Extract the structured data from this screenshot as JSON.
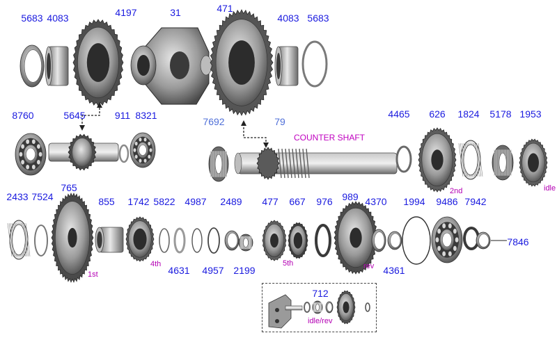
{
  "parts": [
    {
      "id": "p-5683-top-left",
      "num": "5683"
    },
    {
      "id": "p-4083-top-left",
      "num": "4083"
    },
    {
      "id": "p-4197",
      "num": "4197"
    },
    {
      "id": "p-31",
      "num": "31"
    },
    {
      "id": "p-471",
      "num": "471"
    },
    {
      "id": "p-4083-top-right",
      "num": "4083"
    },
    {
      "id": "p-5683-top-right",
      "num": "5683"
    },
    {
      "id": "p-8760",
      "num": "8760"
    },
    {
      "id": "p-5645",
      "num": "5645"
    },
    {
      "id": "p-911",
      "num": "911"
    },
    {
      "id": "p-8321",
      "num": "8321"
    },
    {
      "id": "p-7692",
      "num": "7692"
    },
    {
      "id": "p-79",
      "num": "79"
    },
    {
      "id": "p-4465",
      "num": "4465"
    },
    {
      "id": "p-626",
      "num": "626"
    },
    {
      "id": "p-1824",
      "num": "1824"
    },
    {
      "id": "p-5178",
      "num": "5178"
    },
    {
      "id": "p-1953",
      "num": "1953"
    },
    {
      "id": "p-2433",
      "num": "2433"
    },
    {
      "id": "p-7524",
      "num": "7524"
    },
    {
      "id": "p-765",
      "num": "765"
    },
    {
      "id": "p-855",
      "num": "855"
    },
    {
      "id": "p-1742",
      "num": "1742"
    },
    {
      "id": "p-5822",
      "num": "5822"
    },
    {
      "id": "p-4631",
      "num": "4631"
    },
    {
      "id": "p-4987",
      "num": "4987"
    },
    {
      "id": "p-4957",
      "num": "4957"
    },
    {
      "id": "p-2489",
      "num": "2489"
    },
    {
      "id": "p-2199",
      "num": "2199"
    },
    {
      "id": "p-477",
      "num": "477"
    },
    {
      "id": "p-667",
      "num": "667"
    },
    {
      "id": "p-976",
      "num": "976"
    },
    {
      "id": "p-989",
      "num": "989"
    },
    {
      "id": "p-4370",
      "num": "4370"
    },
    {
      "id": "p-4361",
      "num": "4361"
    },
    {
      "id": "p-1994",
      "num": "1994"
    },
    {
      "id": "p-9486",
      "num": "9486"
    },
    {
      "id": "p-7942",
      "num": "7942"
    },
    {
      "id": "p-7846",
      "num": "7846"
    },
    {
      "id": "p-712",
      "num": "712"
    }
  ],
  "tags": {
    "counter_shaft": "COUNTER SHAFT",
    "second": "2nd",
    "idle": "idle",
    "first": "1st",
    "fourth": "4th",
    "fifth": "5th",
    "rev": "rev",
    "idle_rev": "idle/rev"
  },
  "colors": {
    "part_number": "#1a1adf",
    "part_number_light": "#4f6fd8",
    "gear_tag": "#b400b4",
    "metal_dark": "#3c3c3c",
    "metal_mid": "#8a8a8a",
    "metal_light": "#d4d4d4"
  },
  "icons": {
    "gear": "spur-gear-icon",
    "bearing": "ball-bearing-icon",
    "ring": "snap-ring-icon"
  }
}
